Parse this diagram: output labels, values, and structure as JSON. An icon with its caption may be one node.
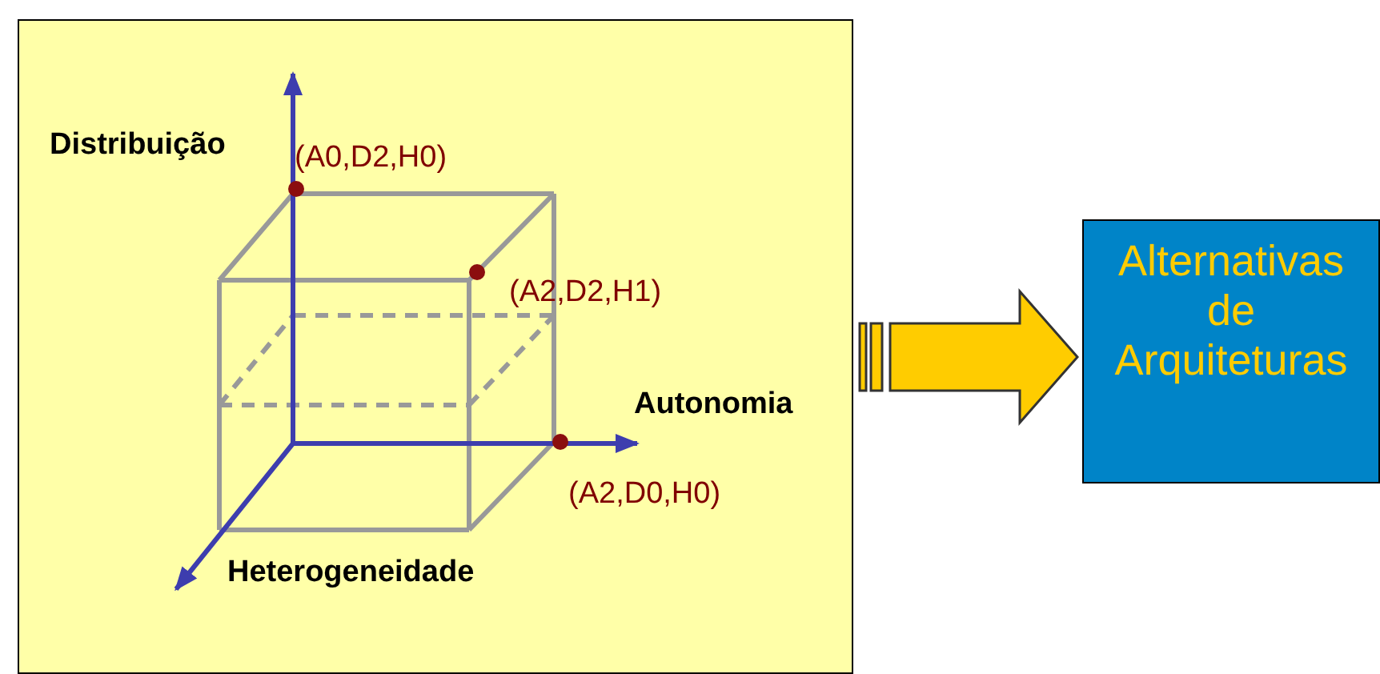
{
  "diagram": {
    "nodes": [
      {
        "text": [],
        "shape": "box"
      },
      {
        "text": [
          "Alternativas de Arquiteturas"
        ]
      }
    ],
    "edges": [
      {
        "from": 0,
        "to": 1,
        "arrow": "to",
        "style": "thick",
        "color": "#ffcc00"
      }
    ],
    "labels": [
      "Distribuição",
      "(A0,D2,H0)",
      "(A2,D2,H1)",
      "Autonomia",
      "(A2,D0,H0)",
      "Heterogeneidade"
    ]
  }
}
